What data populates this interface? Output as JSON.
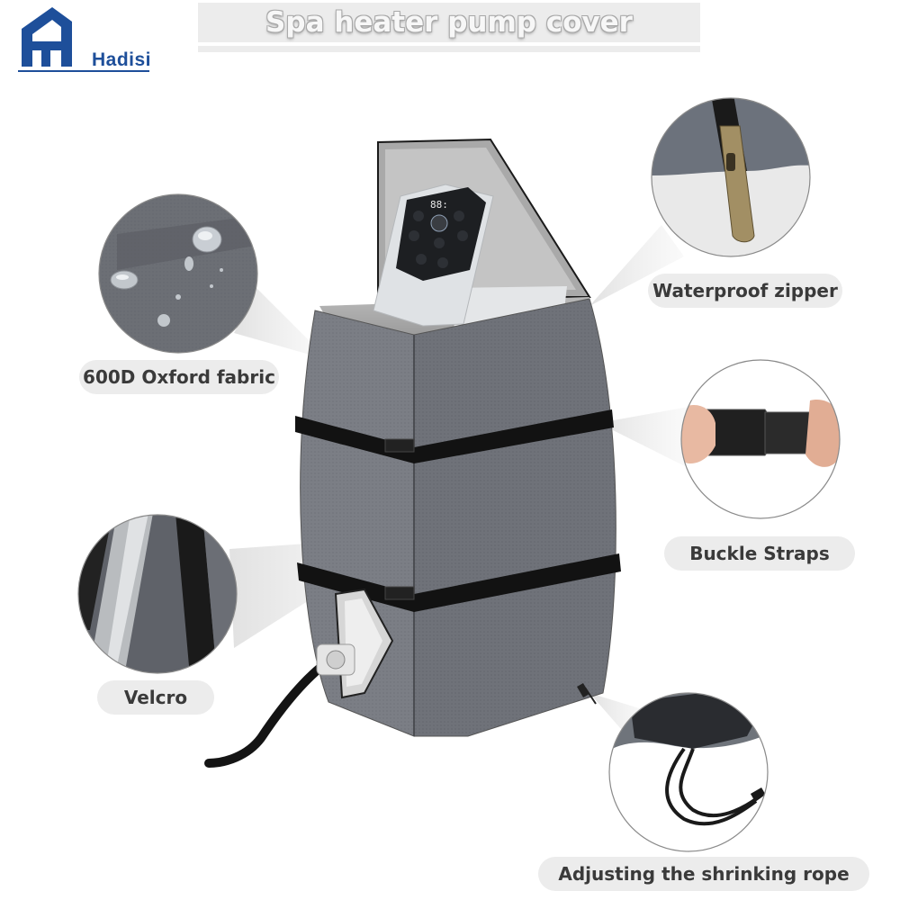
{
  "brand": {
    "name": "Hadisi",
    "color": "#1e4f9a"
  },
  "title": "Spa heater pump cover",
  "product": {
    "body_color": "#7b7e85",
    "strap_color": "#111111"
  },
  "callouts": [
    {
      "id": "fabric",
      "label": "600D Oxford fabric",
      "icon": "water-droplets-detail"
    },
    {
      "id": "zipper",
      "label": "Waterproof zipper",
      "icon": "zipper-pull-detail"
    },
    {
      "id": "buckle",
      "label": "Buckle Straps",
      "icon": "buckle-detail"
    },
    {
      "id": "velcro",
      "label": "Velcro",
      "icon": "velcro-detail"
    },
    {
      "id": "rope",
      "label": "Adjusting the shrinking rope",
      "icon": "drawstring-detail"
    }
  ],
  "remote": {
    "display": "88:"
  }
}
